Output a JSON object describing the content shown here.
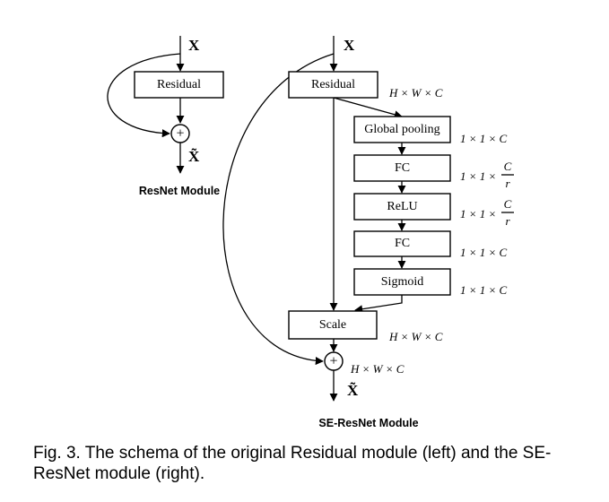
{
  "resnet": {
    "input_label": "X",
    "output_label": "X̃",
    "residual_label": "Residual",
    "add_symbol": "+",
    "module_label": "ResNet Module"
  },
  "seresnet": {
    "input_label": "X",
    "output_label": "X̃",
    "residual_label": "Residual",
    "residual_dim": "H × W × C",
    "global_pooling_label": "Global pooling",
    "global_pooling_dim": "1 × 1 × C",
    "fc1_label": "FC",
    "fc1_dim_prefix": "1 × 1 ×",
    "fc1_dim_num": "C",
    "fc1_dim_den": "r",
    "relu_label": "ReLU",
    "relu_dim_prefix": "1 × 1 ×",
    "relu_dim_num": "C",
    "relu_dim_den": "r",
    "fc2_label": "FC",
    "fc2_dim": "1 × 1 × C",
    "sigmoid_label": "Sigmoid",
    "sigmoid_dim": "1 × 1 × C",
    "scale_label": "Scale",
    "scale_dim": "H × W × C",
    "add_symbol": "+",
    "add_dim": "H × W × C",
    "module_label": "SE-ResNet Module"
  },
  "caption": "Fig. 3. The schema of the original Residual module (left) and the SE-ResNet module (right)."
}
